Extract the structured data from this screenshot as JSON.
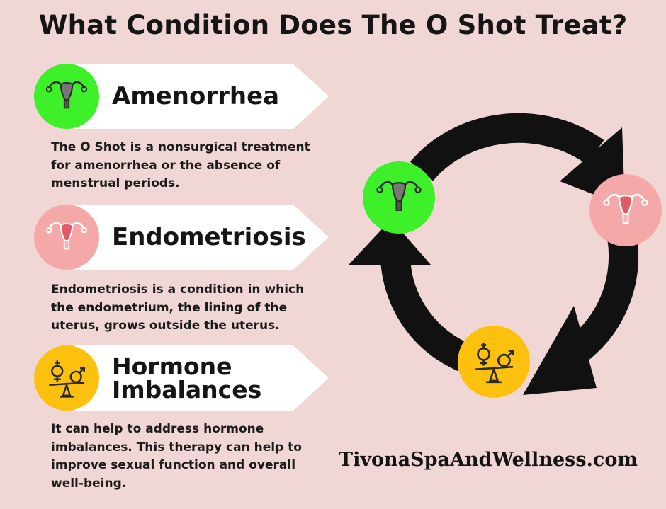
{
  "title": "What Condition Does The O Shot Treat?",
  "conditions": [
    {
      "name": "Amenorrhea",
      "description": "The O Shot is a nonsurgical treatment for amenorrhea or the absence of menstrual periods.",
      "icon": "uterus-icon",
      "color": "#3df02a"
    },
    {
      "name": "Endometriosis",
      "description": "Endometriosis is a condition in which the endometrium, the lining of the uterus, grows outside the uterus.",
      "icon": "uterus-icon",
      "color": "#f4a9a8"
    },
    {
      "name": "Hormone Imbalances",
      "description": "It can help to address hormone imbalances. This therapy can help to improve sexual function and overall well-being.",
      "icon": "gender-balance-scale-icon",
      "color": "#fcc10f"
    }
  ],
  "cycle_nodes": [
    {
      "icon": "uterus-icon",
      "color": "#3df02a"
    },
    {
      "icon": "uterus-icon",
      "color": "#f4a9a8"
    },
    {
      "icon": "gender-balance-scale-icon",
      "color": "#fcc10f"
    }
  ],
  "website": "TivonaSpaAndWellness.com"
}
